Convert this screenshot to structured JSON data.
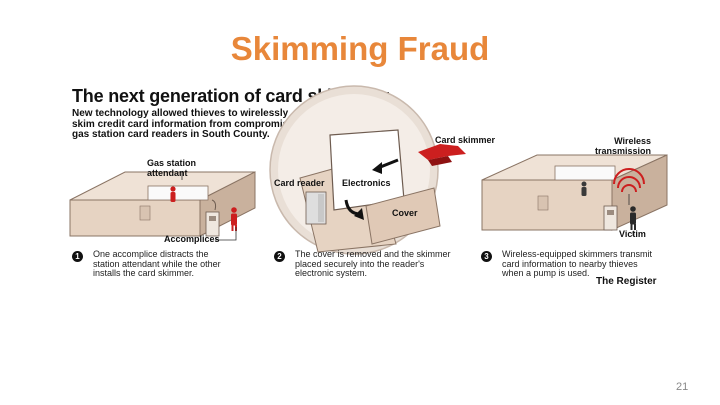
{
  "slide": {
    "title": "Skimming Fraud",
    "page_number": "21"
  },
  "graphic": {
    "title": "The next generation of card skimming",
    "intro_lines": [
      "New technology allowed thieves to wirelessly",
      "skim credit card information from compromised",
      "gas station card readers in South County."
    ],
    "labels": {
      "gas_station_attendant": [
        "Gas station",
        "attendant"
      ],
      "card_reader": "Card reader",
      "electronics": "Electronics",
      "cover": "Cover",
      "card_skimmer": "Card skimmer",
      "wireless_transmission": [
        "Wireless",
        "transmission"
      ],
      "accomplices": "Accomplices",
      "victim": "Victim"
    },
    "steps": [
      {
        "number": "1",
        "lines": [
          "One accomplice distracts the",
          "station attendant while the other",
          "installs the card skimmer."
        ]
      },
      {
        "number": "2",
        "lines": [
          "The cover is removed and the skimmer",
          "placed securely into the reader's",
          "electronic system."
        ]
      },
      {
        "number": "3",
        "lines": [
          "Wireless-equipped skimmers transmit",
          "card information to nearby thieves",
          "when a pump is used."
        ]
      }
    ],
    "credit": "The Register"
  },
  "colors": {
    "title_orange": "#e8873a",
    "building_tan": "#e6d3c2",
    "building_shadow": "#c9b19d",
    "skimmer_red": "#cc1f1f"
  }
}
